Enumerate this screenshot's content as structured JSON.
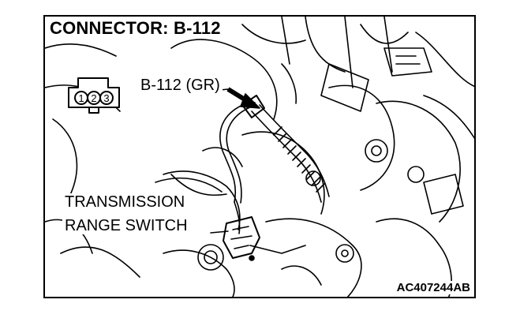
{
  "header": {
    "connector_title": "CONNECTOR: B-112"
  },
  "connector": {
    "code": "B-112 (GR)",
    "pins": [
      "1",
      "2",
      "3"
    ]
  },
  "component": {
    "name_line1": "TRANSMISSION",
    "name_line2": "RANGE SWITCH"
  },
  "figure_ref": "AC407244AB"
}
